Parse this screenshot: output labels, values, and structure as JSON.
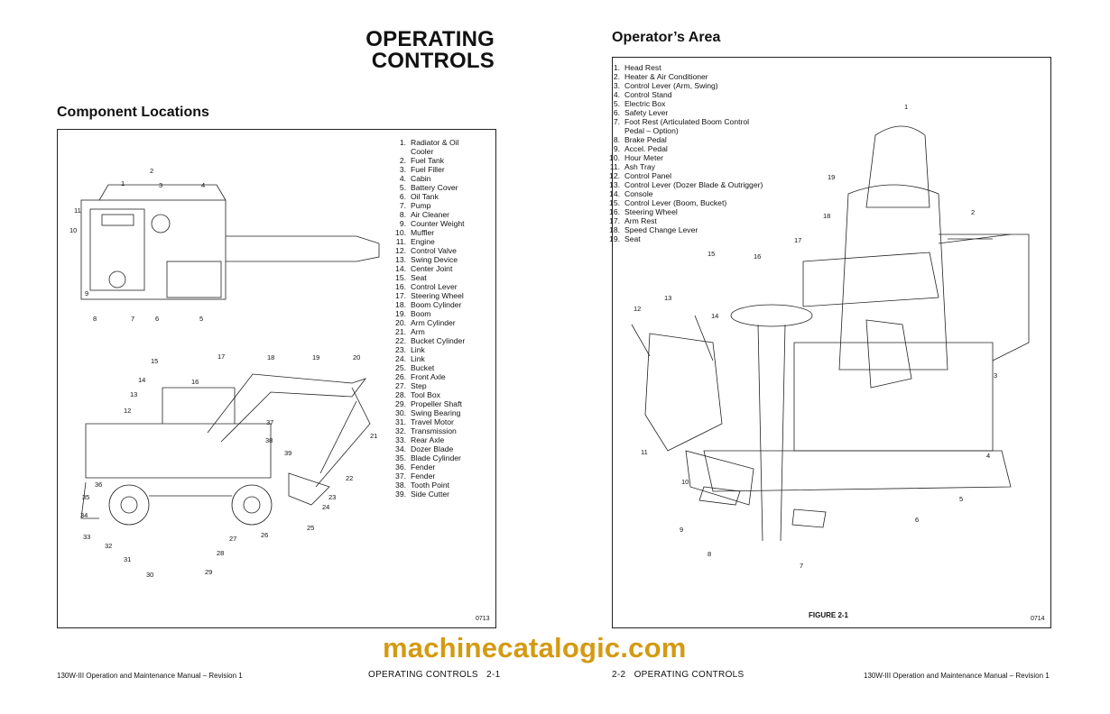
{
  "left_page": {
    "title_line1": "OPERATING",
    "title_line2": "CONTROLS",
    "section_heading": "Component Locations",
    "legend": [
      {
        "n": "1.",
        "label": "Radiator & Oil"
      },
      {
        "n": "",
        "label": "Cooler"
      },
      {
        "n": "2.",
        "label": "Fuel Tank"
      },
      {
        "n": "3.",
        "label": "Fuel Filler"
      },
      {
        "n": "4.",
        "label": "Cabin"
      },
      {
        "n": "5.",
        "label": "Battery Cover"
      },
      {
        "n": "6.",
        "label": "Oil Tank"
      },
      {
        "n": "7.",
        "label": "Pump"
      },
      {
        "n": "8.",
        "label": "Air Cleaner"
      },
      {
        "n": "9.",
        "label": "Counter Weight"
      },
      {
        "n": "10.",
        "label": "Muffler"
      },
      {
        "n": "11.",
        "label": "Engine"
      },
      {
        "n": "12.",
        "label": "Control Valve"
      },
      {
        "n": "13.",
        "label": "Swing Device"
      },
      {
        "n": "14.",
        "label": "Center Joint"
      },
      {
        "n": "15.",
        "label": "Seat"
      },
      {
        "n": "16.",
        "label": "Control Lever"
      },
      {
        "n": "17.",
        "label": "Steering Wheel"
      },
      {
        "n": "18.",
        "label": "Boom Cylinder"
      },
      {
        "n": "19.",
        "label": "Boom"
      },
      {
        "n": "20.",
        "label": "Arm Cylinder"
      },
      {
        "n": "21.",
        "label": "Arm"
      },
      {
        "n": "22.",
        "label": "Bucket Cylinder"
      },
      {
        "n": "23.",
        "label": "Link"
      },
      {
        "n": "24.",
        "label": "Link"
      },
      {
        "n": "25.",
        "label": "Bucket"
      },
      {
        "n": "26.",
        "label": "Front Axle"
      },
      {
        "n": "27.",
        "label": "Step"
      },
      {
        "n": "28.",
        "label": "Tool Box"
      },
      {
        "n": "29.",
        "label": "Propeller Shaft"
      },
      {
        "n": "30.",
        "label": "Swing Bearing"
      },
      {
        "n": "31.",
        "label": "Travel Motor"
      },
      {
        "n": "32.",
        "label": "Transmission"
      },
      {
        "n": "33.",
        "label": "Rear Axle"
      },
      {
        "n": "34.",
        "label": "Dozer Blade"
      },
      {
        "n": "35.",
        "label": "Blade Cylinder"
      },
      {
        "n": "36.",
        "label": "Fender"
      },
      {
        "n": "37.",
        "label": "Fender"
      },
      {
        "n": "38.",
        "label": "Tooth Point"
      },
      {
        "n": "39.",
        "label": "Side Cutter"
      }
    ],
    "callouts": [
      "1",
      "2",
      "3",
      "4",
      "11",
      "10",
      "9",
      "8",
      "7",
      "6",
      "5",
      "15",
      "17",
      "18",
      "19",
      "20",
      "14",
      "16",
      "13",
      "12",
      "37",
      "21",
      "38",
      "39",
      "22",
      "36",
      "35",
      "23",
      "24",
      "34",
      "25",
      "33",
      "27",
      "26",
      "32",
      "28",
      "31",
      "29",
      "30"
    ],
    "figure_code": "0713",
    "footer_left": "130W-III Operation and Maintenance Manual – Revision 1",
    "footer_right": "OPERATING CONTROLS   2-1"
  },
  "right_page": {
    "section_heading": "Operator’s Area",
    "legend": [
      {
        "n": "1.",
        "label": "Head Rest"
      },
      {
        "n": "2.",
        "label": "Heater & Air Conditioner"
      },
      {
        "n": "3.",
        "label": "Control Lever (Arm, Swing)"
      },
      {
        "n": "4.",
        "label": "Control Stand"
      },
      {
        "n": "5.",
        "label": "Electric Box"
      },
      {
        "n": "6.",
        "label": "Safety Lever"
      },
      {
        "n": "7.",
        "label": "Foot Rest (Articulated Boom Control"
      },
      {
        "n": "",
        "label": "Pedal – Option)"
      },
      {
        "n": "8.",
        "label": "Brake Pedal"
      },
      {
        "n": "9.",
        "label": "Accel. Pedal"
      },
      {
        "n": "10.",
        "label": "Hour Meter"
      },
      {
        "n": "11.",
        "label": "Ash Tray"
      },
      {
        "n": "12.",
        "label": "Control Panel"
      },
      {
        "n": "13.",
        "label": "Control Lever (Dozer Blade & Outrigger)"
      },
      {
        "n": "14.",
        "label": "Console"
      },
      {
        "n": "15.",
        "label": "Control Lever (Boom, Bucket)"
      },
      {
        "n": "16.",
        "label": "Steering Wheel"
      },
      {
        "n": "17.",
        "label": "Arm Rest"
      },
      {
        "n": "18.",
        "label": "Speed Change Lever"
      },
      {
        "n": "19.",
        "label": "Seat"
      }
    ],
    "callouts": [
      "1",
      "19",
      "2",
      "18",
      "17",
      "15",
      "16",
      "13",
      "12",
      "14",
      "3",
      "11",
      "4",
      "10",
      "5",
      "6",
      "9",
      "8",
      "7"
    ],
    "figure_label": "FIGURE 2-1",
    "figure_code": "0714",
    "footer_left": "2-2   OPERATING CONTROLS",
    "footer_right": "130W-III Operation and Maintenance Manual – Revision 1"
  },
  "watermark": "machinecatalogic.com"
}
